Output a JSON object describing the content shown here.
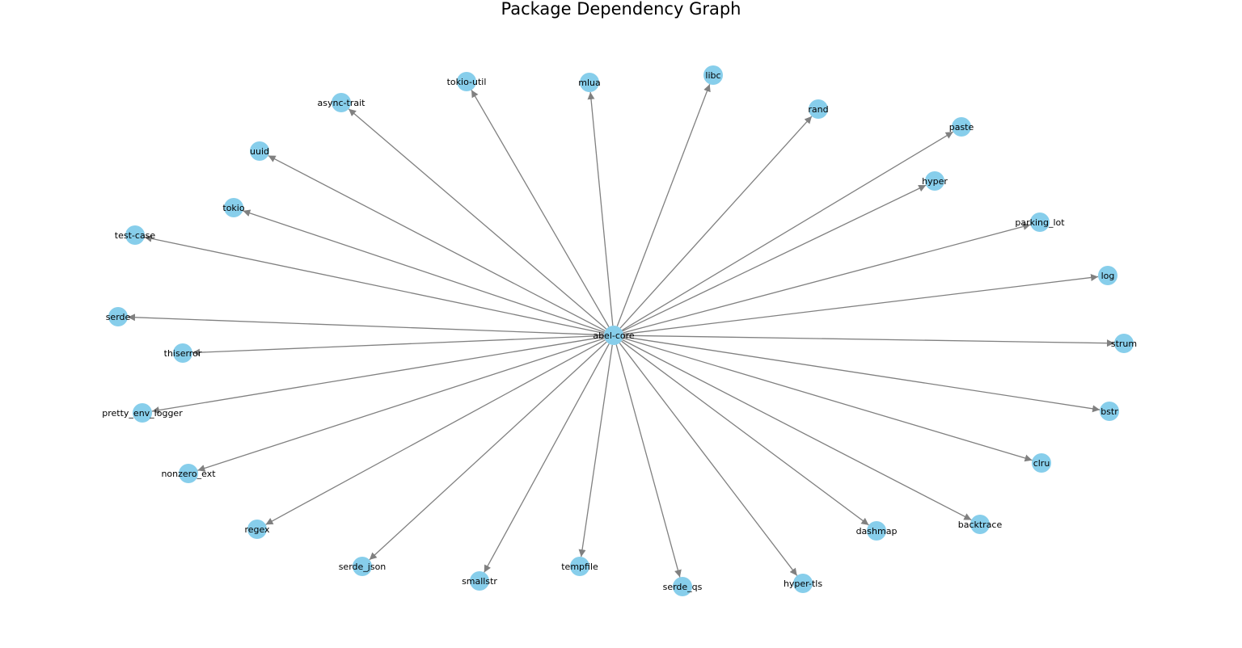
{
  "title": "Package Dependency Graph",
  "colors": {
    "node": "#87ceeb",
    "edge": "#808080",
    "text": "#000000"
  },
  "graph": {
    "root": "abel-core",
    "dependencies": [
      "tokio-util",
      "mlua",
      "libc",
      "rand",
      "paste",
      "async-trait",
      "uuid",
      "tokio",
      "hyper",
      "parking_lot",
      "test-case",
      "log",
      "serde",
      "strum",
      "thiserror",
      "bstr",
      "pretty_env_logger",
      "clru",
      "nonzero_ext",
      "regex",
      "backtrace",
      "dashmap",
      "serde_json",
      "smallstr",
      "tempfile",
      "serde_qs",
      "hyper-tls"
    ]
  }
}
